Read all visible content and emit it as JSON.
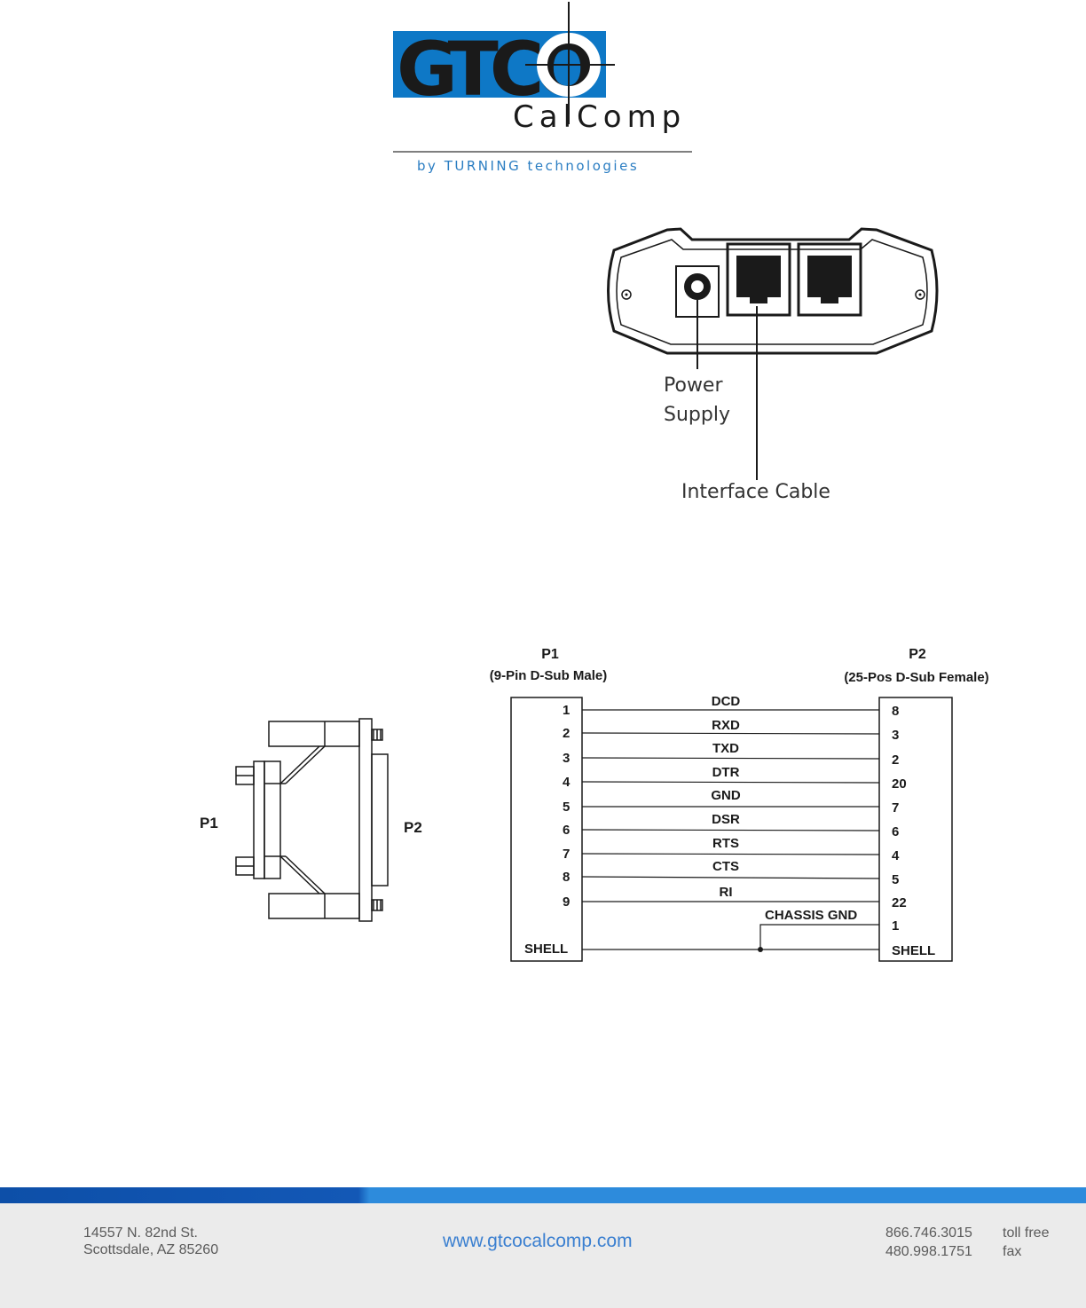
{
  "logo": {
    "brand_letters": "GTCO",
    "brand_sub": "CalComp",
    "tagline_prefix": "by",
    "tagline_brand": "TURNING technologies",
    "colors": {
      "blue": "#0e78c6",
      "black": "#1a1a1a",
      "tagline": "#2a7dc2"
    }
  },
  "device_figure": {
    "labels": {
      "power_line1": "Power",
      "power_line2": "Supply",
      "interface": "Interface Cable"
    }
  },
  "adapter_figure": {
    "left_label": "P1",
    "right_label": "P2"
  },
  "wiring": {
    "p1_title": "P1",
    "p1_subtitle": "(9-Pin D-Sub Male)",
    "p2_title": "P2",
    "p2_subtitle": "(25-Pos D-Sub Female)",
    "rows": [
      {
        "p1": "1",
        "signal": "DCD",
        "p2": "8"
      },
      {
        "p1": "2",
        "signal": "RXD",
        "p2": "3"
      },
      {
        "p1": "3",
        "signal": "TXD",
        "p2": "2"
      },
      {
        "p1": "4",
        "signal": "DTR",
        "p2": "20"
      },
      {
        "p1": "5",
        "signal": "GND",
        "p2": "7"
      },
      {
        "p1": "6",
        "signal": "DSR",
        "p2": "6"
      },
      {
        "p1": "7",
        "signal": "RTS",
        "p2": "4"
      },
      {
        "p1": "8",
        "signal": "CTS",
        "p2": "5"
      },
      {
        "p1": "9",
        "signal": "RI",
        "p2": "22"
      }
    ],
    "chassis_label": "CHASSIS GND",
    "chassis_pin": "1",
    "shell_left": "SHELL",
    "shell_right": "SHELL"
  },
  "footer": {
    "address_line1": "14557 N. 82nd St.",
    "address_line2": "Scottsdale, AZ 85260",
    "url": "www.gtcocalcomp.com",
    "phone1": "866.746.3015",
    "phone1_label": "toll free",
    "phone2": "480.998.1751",
    "phone2_label": "fax"
  }
}
